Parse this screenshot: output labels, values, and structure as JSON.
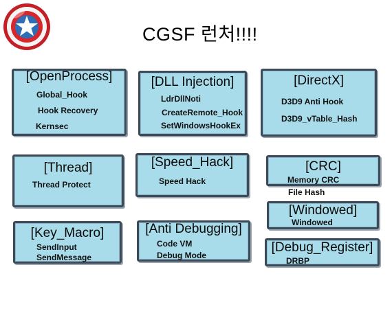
{
  "title": "CGSF 런처!!!!",
  "logo": {
    "icon": "captain-america-shield-icon",
    "colors": {
      "red": "#d8262d",
      "white": "#ffffff",
      "blue": "#2f6db5"
    }
  },
  "theme": {
    "box_fill": "#a8dcea",
    "box_border": "#3d4a5a"
  },
  "groups": {
    "open_process": {
      "header": "[OpenProcess]",
      "items": [
        "Global_Hook",
        "Hook Recovery",
        "Kernsec"
      ]
    },
    "dll_injection": {
      "header": "[DLL Injection]",
      "items": [
        "LdrDllNoti",
        "CreateRemote_Hook",
        "SetWindowsHookEx"
      ]
    },
    "directx": {
      "header": "[DirectX]",
      "items": [
        "D3D9  Anti  Hook",
        "D3D9_vTable_Hash"
      ]
    },
    "thread": {
      "header": "[Thread]",
      "items": [
        "Thread  Protect"
      ]
    },
    "speed_hack": {
      "header": "[Speed_Hack]",
      "items": [
        "Speed  Hack"
      ]
    },
    "crc": {
      "header": "[CRC]",
      "items": [
        "Memory  CRC",
        "File  Hash"
      ]
    },
    "windowed": {
      "header": "[Windowed]",
      "items": [
        "Windowed"
      ]
    },
    "key_macro": {
      "header": "[Key_Macro]",
      "items": [
        "SendInput",
        "SendMessage"
      ]
    },
    "anti_debugging": {
      "header": "[Anti  Debugging]",
      "items": [
        "Code  VM",
        "Debug  Mode"
      ]
    },
    "debug_register": {
      "header": "[Debug_Register]",
      "items": [
        "DRBP"
      ]
    }
  }
}
